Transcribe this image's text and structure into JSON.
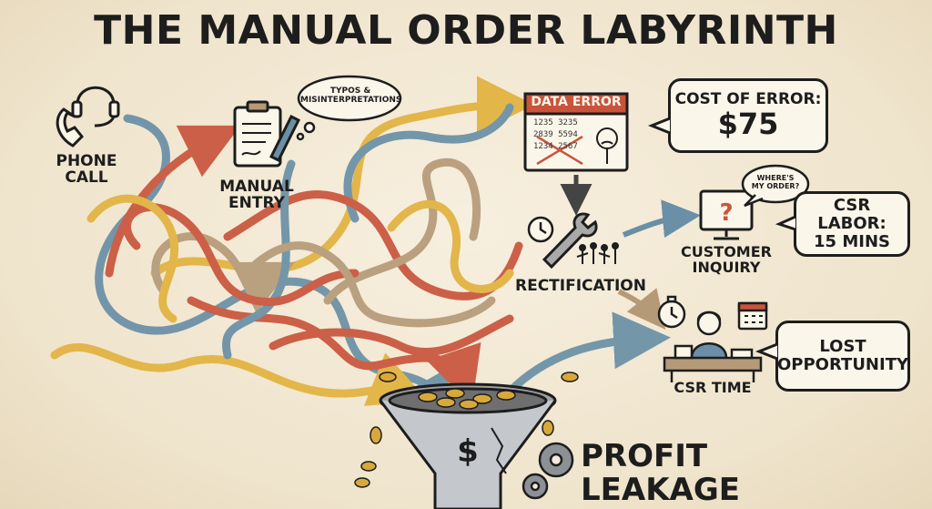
{
  "title": "THE MANUAL ORDER LABYRINTH",
  "labels": {
    "phone_call": "PHONE CALL",
    "manual_entry": "MANUAL\nENTRY",
    "typos": "TYPOS &\nMISINTERPRETATIONS",
    "data_error": "DATA ERROR",
    "rectification": "RECTIFICATION",
    "customer_inquiry": "CUSTOMER\nINQUIRY",
    "wheres_my_order": "WHERE'S\nMY ORDER?",
    "csr_time": "CSR TIME",
    "profit_leakage": "PROFIT LEAKAGE"
  },
  "data_error_numbers": [
    "1235  3235",
    "2839  5594",
    "1234  2567"
  ],
  "callouts": {
    "cost_of_error_label": "COST OF ERROR:",
    "cost_of_error_value": "$75",
    "csr_labor": "CSR LABOR:\n15 MINS",
    "lost_opportunity": "LOST\nOPPORTUNITY"
  },
  "funnel_symbol": "$",
  "colors": {
    "red": "#c9543c",
    "blue": "#6a8fa6",
    "yellow": "#e2b23f",
    "tan": "#b59a78",
    "ink": "#1d1d1d",
    "paper": "#fbf6ea"
  },
  "icons": [
    "headset-phone-icon",
    "clipboard-icon",
    "pen-icon",
    "thought-bubble-icon",
    "error-card-icon",
    "stressed-face-icon",
    "clock-icon",
    "wrench-icon",
    "crowd-icon",
    "monitor-question-icon",
    "stopwatch-icon",
    "calendar-icon",
    "stressed-csr-icon",
    "funnel-icon",
    "gear-icon",
    "coin-icon"
  ]
}
